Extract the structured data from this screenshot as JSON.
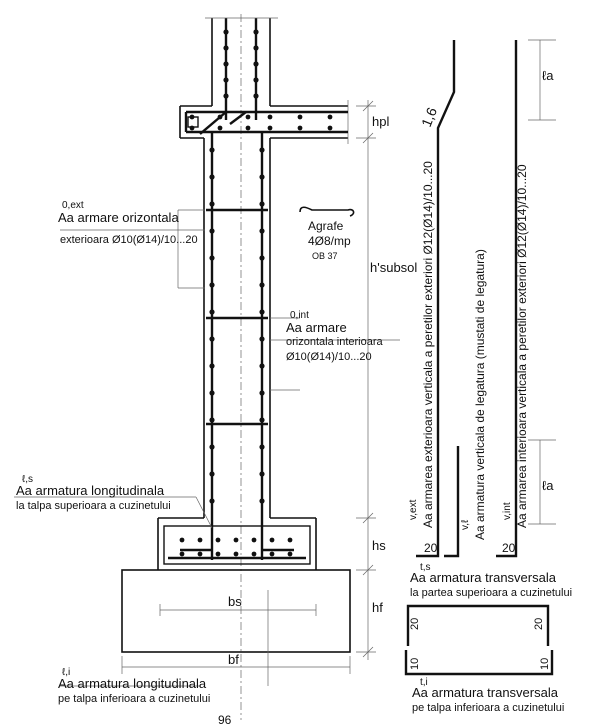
{
  "labels": {
    "aa_orizontala_ext_sup": "0,ext",
    "aa_orizontala_ext_main": "Aa armare orizontala",
    "aa_orizontala_ext_line2": "exterioara Ø10(Ø14)/10...20",
    "agrafe_1": "Agrafe",
    "agrafe_2": "4Ø8/mp",
    "agrafe_3": "OB 37",
    "aa_orizontala_int_sup": "0,int",
    "aa_orizontala_int_main": "Aa armare",
    "aa_orizontala_int_line2": "orizontala interioara",
    "aa_orizontala_int_line3": "Ø10(Ø14)/10...20",
    "aa_long_sup_sup": "ℓ,s",
    "aa_long_sup_main": "Aa armatura longitudinala",
    "aa_long_sup_line2": "la talpa superioara a cuzinetului",
    "aa_transv_sup_sup": "t,s",
    "aa_transv_sup_main": "Aa armatura transversala",
    "aa_transv_sup_line2": "la partea superioara a cuzinetului",
    "aa_long_inf_sup": "ℓ,i",
    "aa_long_inf_main": "Aa armatura longitudinala",
    "aa_long_inf_line2": "pe talpa inferioara a cuzinetului",
    "aa_transv_inf_sup": "t,i",
    "aa_transv_inf_main": "Aa armatura transversala",
    "aa_transv_inf_line2": "pe talpa inferioara a cuzinetului",
    "vert_ext_sup": "v,ext",
    "vert_ext_text": "Aa armarea exterioara verticala a peretilor exteriori Ø12(Ø14)/10...20",
    "vert_leg_sup": "v,ℓ",
    "vert_leg_text": "Aa armatura verticala de legatura (mustati de legatura)",
    "vert_int_sup": "v,int",
    "vert_int_text": "Aa armarea interioara verticala a peretilor exteriori Ø12(Ø14)/10...20"
  },
  "dimensions": {
    "hpl": "hpl",
    "hsubsol": "h'subsol",
    "hs": "hs",
    "hf": "hf",
    "bs": "bs",
    "bf": "bf",
    "la_top": "ℓa",
    "la_bottom": "ℓa",
    "bend_16": "1,6",
    "hook_20_a": "20",
    "hook_20_b": "20",
    "hook_20_c": "20",
    "hook_20_d": "20",
    "hook_10_a": "10",
    "hook_10_b": "10"
  },
  "page_number": "96"
}
